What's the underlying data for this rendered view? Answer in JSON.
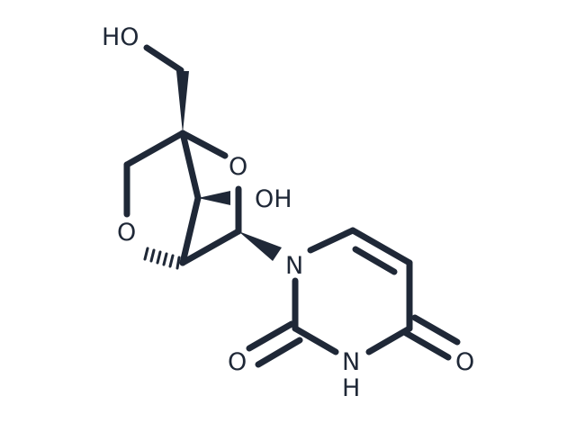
{
  "molecule": {
    "atoms": {
      "hydroxymethyl_oh": "HO",
      "ring_oxygen_upper": "O",
      "hydroxyl_oh": "OH",
      "ring_oxygen_left": "O",
      "n1": "N",
      "carbonyl_o2": "O",
      "n3": "N",
      "n3_hydrogen": "H",
      "carbonyl_o4": "O"
    },
    "colors": {
      "ink": "#1f2837",
      "background": "#ffffff"
    }
  }
}
